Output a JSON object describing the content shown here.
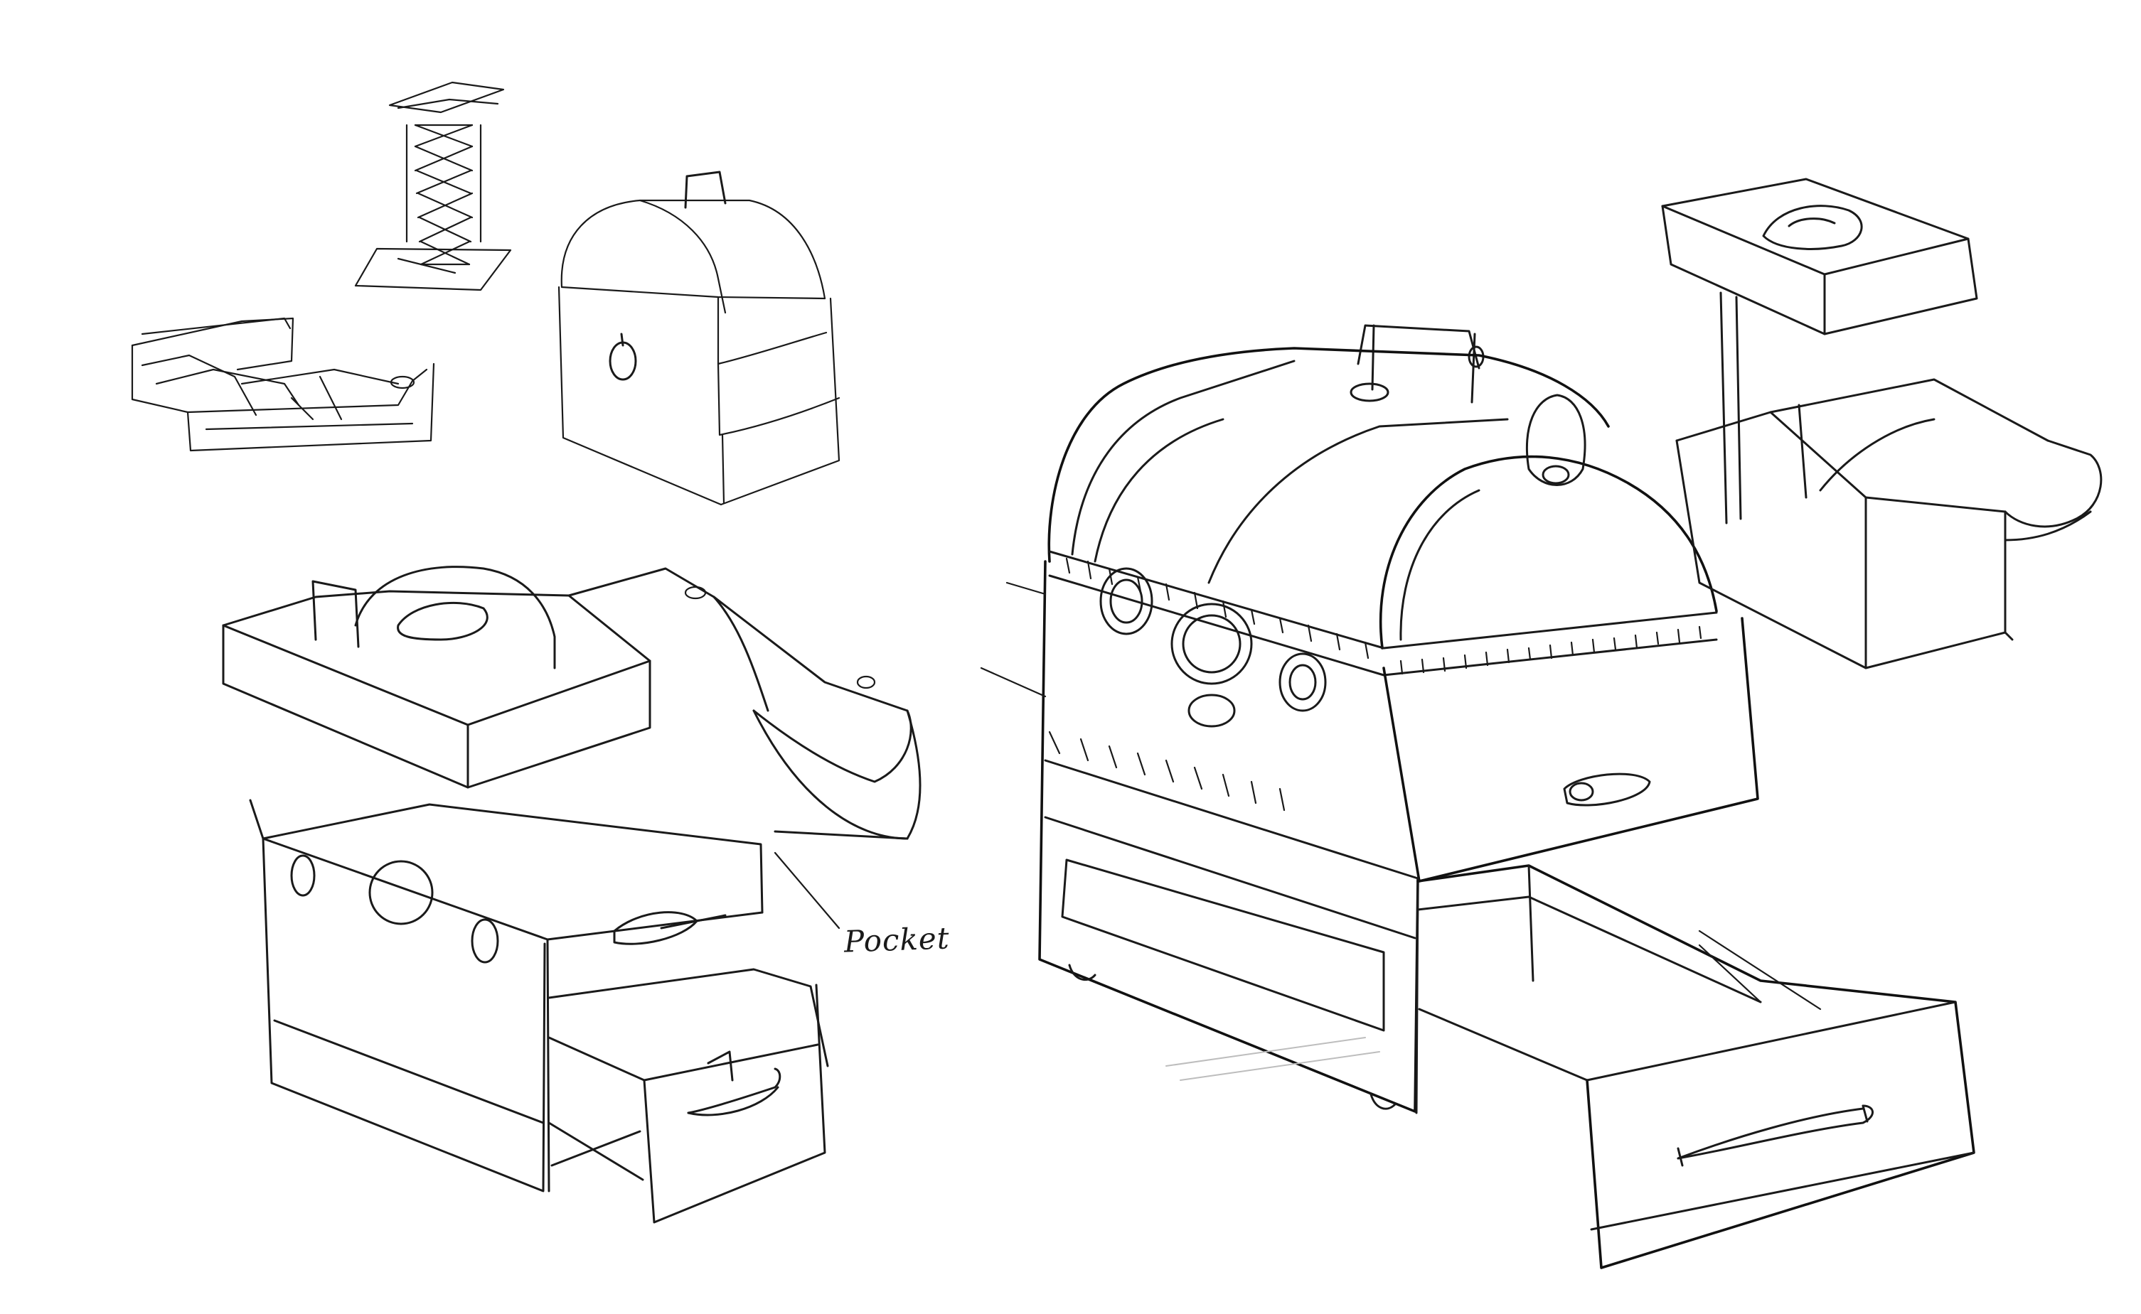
{
  "annotations": {
    "pocket_label": "Pocket"
  },
  "ink_color": "#1a1a1a",
  "paper_color": "#ffffff",
  "sketches": [
    "scissor-lift-sketch",
    "folding-tray-sketch",
    "small-domed-trunk-sketch",
    "open-trunk-with-drawer-sketch",
    "large-domed-trunk-with-drawer-sketch",
    "stacked-trays-sketch"
  ]
}
